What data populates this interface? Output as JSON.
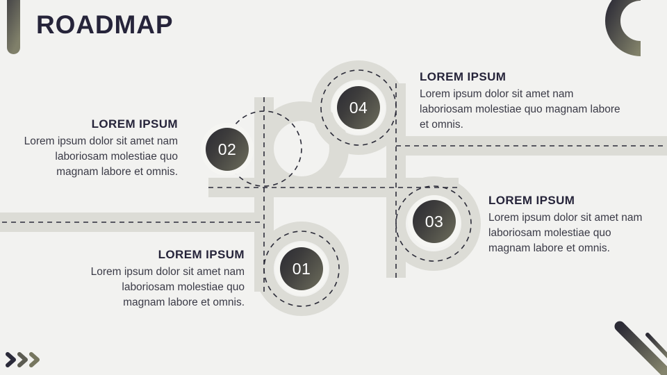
{
  "slide": {
    "title": "ROADMAP",
    "background_color": "#f2f2f0",
    "accent_dark": "#26243a",
    "accent_olive": "#6d6d5c",
    "path_color": "#dcdcd6",
    "dash_color": "#2b2b38"
  },
  "decorations": {
    "title_bar": "rounded-vertical-bar",
    "top_right": "ring-arc-shape",
    "bottom_right": "diagonal-bars-shape",
    "bottom_left": "chevron-triple-icon",
    "chevron_colors": [
      "#2b2b3a",
      "#5c5c52",
      "#76765f"
    ]
  },
  "milestones": [
    {
      "number": "01",
      "title": "LOREM IPSUM",
      "body": "Lorem ipsum dolor sit amet nam laboriosam molestiae quo magnam labore et omnis.",
      "align": "right"
    },
    {
      "number": "02",
      "title": "LOREM IPSUM",
      "body": "Lorem ipsum dolor sit amet nam laboriosam molestiae quo magnam labore et omnis.",
      "align": "right"
    },
    {
      "number": "03",
      "title": "LOREM IPSUM",
      "body": "Lorem ipsum dolor sit amet nam laboriosam molestiae quo magnam labore et omnis.",
      "align": "left"
    },
    {
      "number": "04",
      "title": "LOREM IPSUM",
      "body": "Lorem ipsum dolor sit amet nam laboriosam molestiae quo magnam labore et omnis.",
      "align": "left"
    }
  ]
}
